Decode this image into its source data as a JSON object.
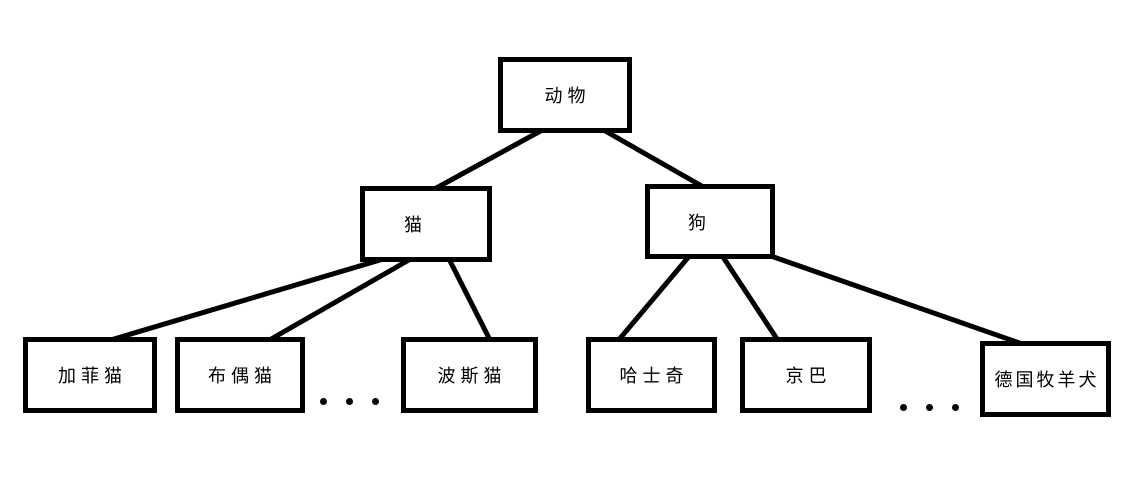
{
  "diagram": {
    "type": "tree",
    "nodes": {
      "root": {
        "label": "动物"
      },
      "cat": {
        "label": "猫"
      },
      "dog": {
        "label": "狗"
      },
      "garfield": {
        "label": "加菲猫"
      },
      "ragdoll": {
        "label": "布偶猫"
      },
      "persian": {
        "label": "波斯猫"
      },
      "husky": {
        "label": "哈士奇"
      },
      "pekingese": {
        "label": "京巴"
      },
      "german_shepherd": {
        "label": "德国牧羊犬"
      }
    },
    "edges": [
      {
        "from": "root",
        "to": "cat"
      },
      {
        "from": "root",
        "to": "dog"
      },
      {
        "from": "cat",
        "to": "garfield"
      },
      {
        "from": "cat",
        "to": "ragdoll"
      },
      {
        "from": "cat",
        "to": "persian"
      },
      {
        "from": "dog",
        "to": "husky"
      },
      {
        "from": "dog",
        "to": "pekingese"
      },
      {
        "from": "dog",
        "to": "german_shepherd"
      }
    ],
    "ellipsis_markers": [
      {
        "between": [
          "ragdoll",
          "persian"
        ],
        "glyph": "ellipsis-dots"
      },
      {
        "between": [
          "pekingese",
          "german_shepherd"
        ],
        "glyph": "ellipsis-dots"
      }
    ]
  },
  "colors": {
    "background": "#ffffff",
    "box_border": "#000000",
    "line": "#000000",
    "text": "#000000"
  }
}
